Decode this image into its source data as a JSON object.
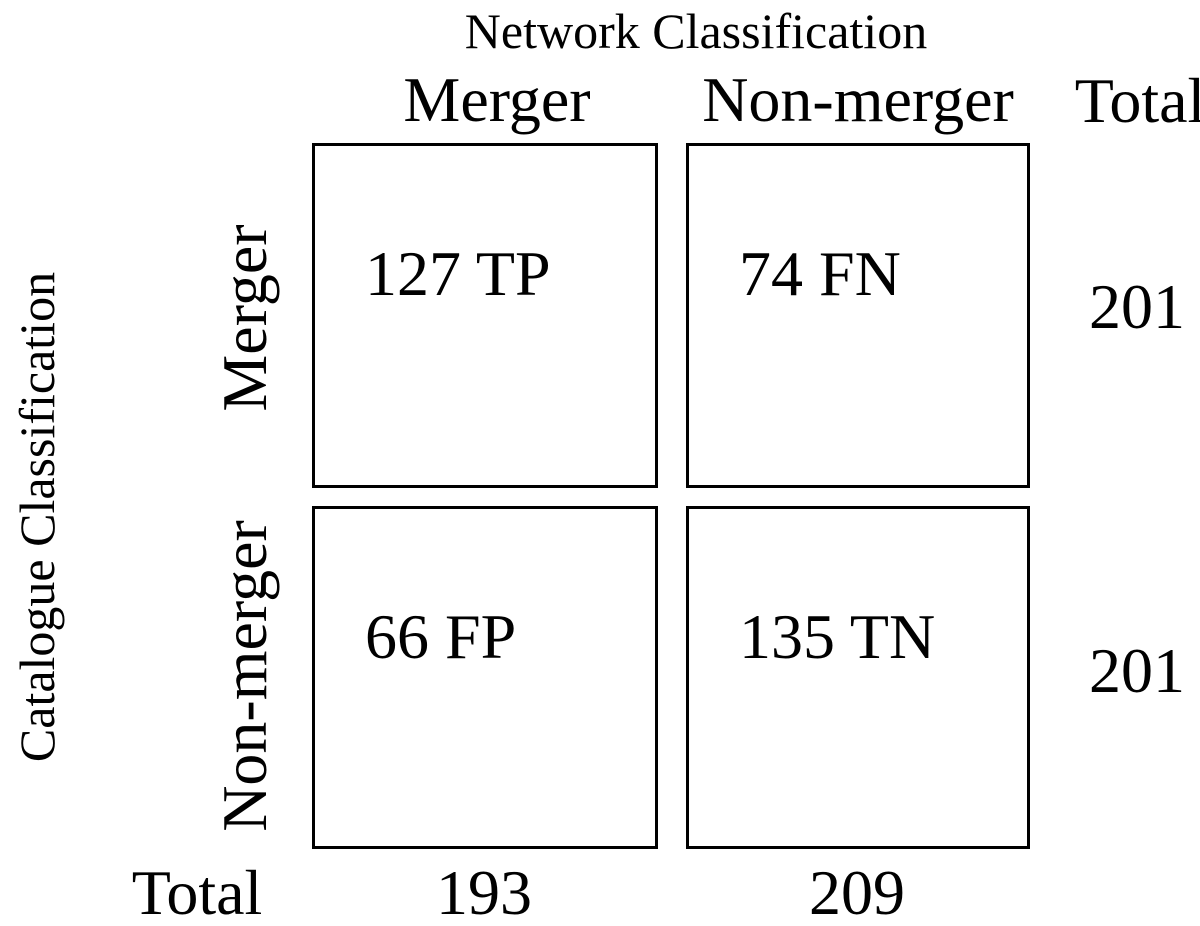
{
  "figure": {
    "bg_color": "#ffffff",
    "ink_color": "#000000",
    "title": "Network Classification",
    "y_axis_label": "Catalogue Classification",
    "col_headers": {
      "merger": "Merger",
      "non_merger": "Non-merger",
      "total": "Total"
    },
    "row_labels": {
      "merger": "Merger",
      "non_merger": "Non-merger"
    },
    "cells": {
      "tp": "127 TP",
      "fn": "74 FN",
      "fp": "66 FP",
      "tn": "135 TN"
    },
    "row_totals": {
      "merger": "201",
      "non_merger": "201"
    },
    "col_totals": {
      "label": "Total",
      "merger": "193",
      "non_merger": "209"
    }
  },
  "chart_data": {
    "type": "table",
    "title": "Network Classification",
    "x_axis_label": "Network Classification",
    "y_axis_label": "Catalogue Classification",
    "columns": [
      "Merger",
      "Non-merger",
      "Total"
    ],
    "rows": [
      "Merger",
      "Non-merger",
      "Total"
    ],
    "confusion_matrix": {
      "true_positive": 127,
      "false_negative": 74,
      "false_positive": 66,
      "true_negative": 135
    },
    "row_totals": [
      201,
      201
    ],
    "column_totals": [
      193,
      209
    ],
    "cell_display": [
      [
        "127 TP",
        "74 FN",
        "201"
      ],
      [
        "66 FP",
        "135 TN",
        "201"
      ],
      [
        "193",
        "209",
        ""
      ]
    ],
    "grid": false,
    "legend": false
  }
}
